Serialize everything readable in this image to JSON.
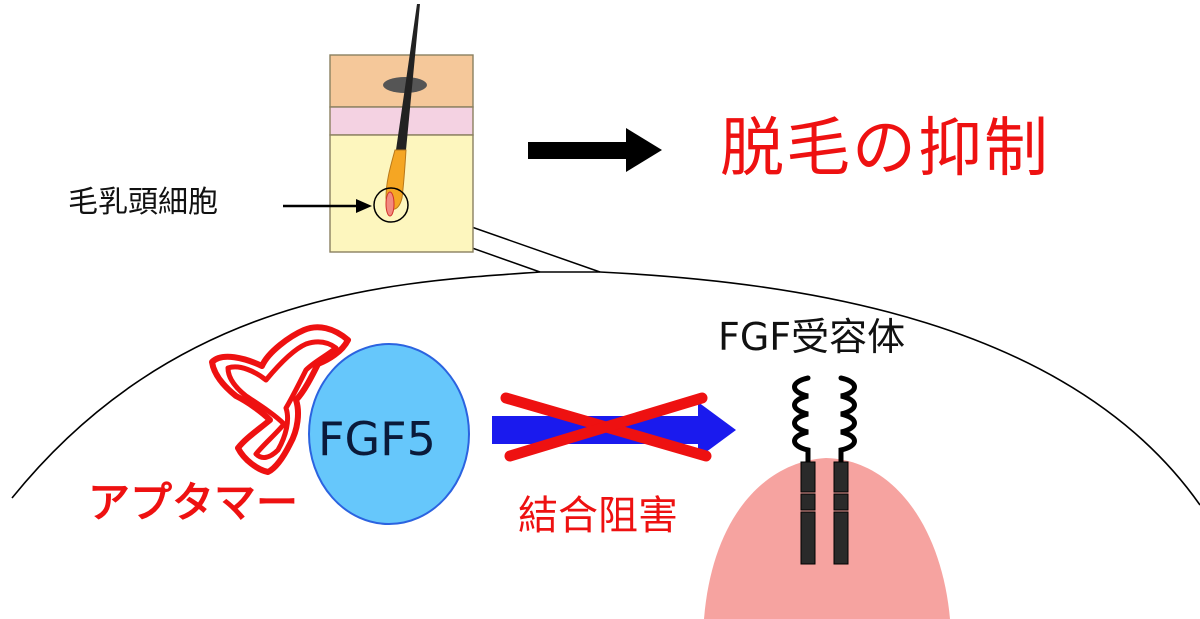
{
  "labels": {
    "dermal_papilla_cell": "毛乳頭細胞",
    "hair_removal_suppression": "脱毛の抑制",
    "fgf5": "FGF5",
    "fgf_receptor": "FGF受容体",
    "aptamer": "アプタマー",
    "binding_inhibition": "結合阻害"
  },
  "colors": {
    "skin_top": "#f5c89a",
    "skin_pink": "#f4d2e2",
    "skin_dermis": "#fdf6be",
    "fgf5_fill": "#66c7fb",
    "fgf5_stroke": "#2b63e0",
    "aptamer_red": "#ee1111",
    "arrow_blue": "#1a1aee",
    "cross_red": "#ee1111",
    "cell_pink": "#f6a3a0",
    "receptor_dark": "#222222",
    "result_red": "#ee1111"
  }
}
